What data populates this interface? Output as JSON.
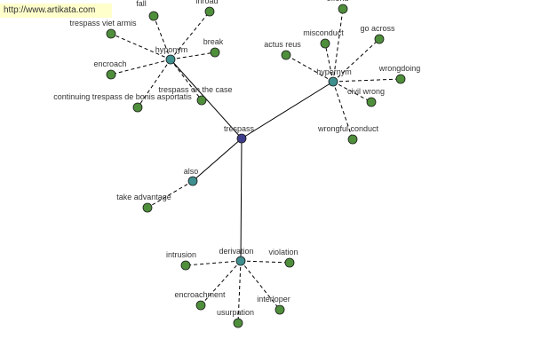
{
  "url": "http://www.artikata.com",
  "colors": {
    "leaf_fill": "#4f8f3c",
    "hub_fill": "#3f8f8f",
    "center_fill": "#3d3d8c",
    "node_stroke": "#1a1a1a"
  },
  "center": {
    "label": "trespass"
  },
  "hubs": {
    "hyponym": "hyponym",
    "hypernym": "hypernym",
    "also": "also",
    "derivation": "derivation"
  },
  "leaves": {
    "fall": "fall",
    "inroad": "inroad",
    "trespass_viet_armis": "trespass viet armis",
    "break": "break",
    "encroach": "encroach",
    "continuing_trespass": "continuing trespass de bonis asportatis",
    "trespass_on_the_case": "trespass on the case",
    "offend": "offend",
    "misconduct": "misconduct",
    "go_across": "go across",
    "actus_reus": "actus reus",
    "wrongdoing": "wrongdoing",
    "civil_wrong": "civil wrong",
    "wrongful_conduct": "wrongful conduct",
    "take_advantage": "take advantage",
    "intrusion": "intrusion",
    "violation": "violation",
    "encroachment": "encroachment",
    "interloper": "interloper",
    "usurpation": "usurpation"
  }
}
